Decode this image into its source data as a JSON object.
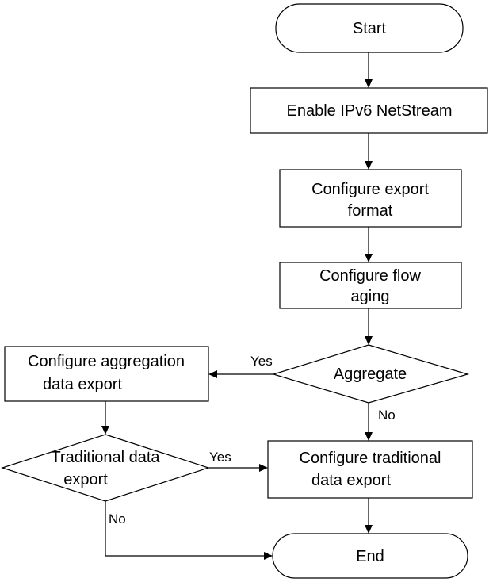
{
  "nodes": {
    "start": "Start",
    "enable_netstream": "Enable IPv6 NetStream",
    "export_format": [
      "Configure export",
      "format"
    ],
    "flow_aging": [
      "Configure flow",
      "aging"
    ],
    "aggregate": "Aggregate",
    "aggregation_export": [
      "Configure aggregation",
      "data export"
    ],
    "traditional_decision": [
      "Traditional data",
      "export"
    ],
    "traditional_export": [
      "Configure traditional",
      "data export"
    ],
    "end": "End"
  },
  "edges": {
    "aggregate_yes": "Yes",
    "aggregate_no": "No",
    "traditional_yes": "Yes",
    "traditional_no": "No"
  }
}
